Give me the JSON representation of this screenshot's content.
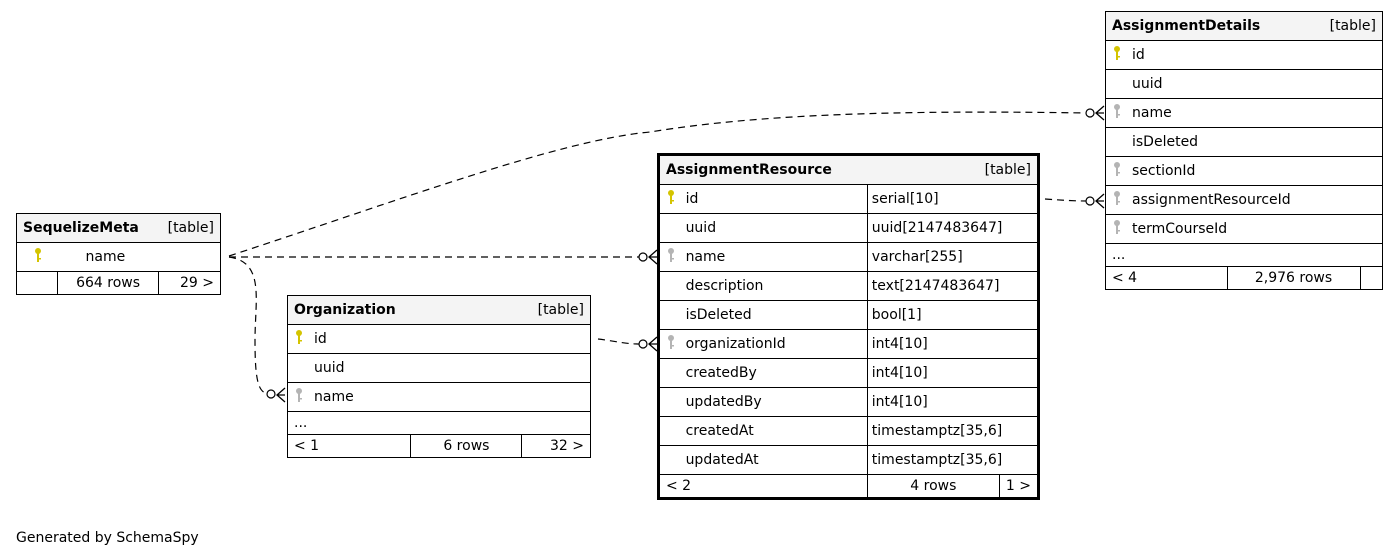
{
  "footer": {
    "generated_by": "Generated by SchemaSpy"
  },
  "colors": {
    "primary_key": "#d4c400",
    "foreign_key": "#b4b4b4",
    "header_bg": "#f4f4f4"
  },
  "tables": {
    "sequelizemeta": {
      "name": "SequelizeMeta",
      "type": "[table]",
      "columns": [
        {
          "name": "name",
          "key": "primary-key-icon"
        }
      ],
      "footer": {
        "left": "",
        "rows": "664 rows",
        "right": "29 >"
      }
    },
    "organization": {
      "name": "Organization",
      "type": "[table]",
      "columns": [
        {
          "name": "id",
          "key": "primary-key-icon"
        },
        {
          "name": "uuid",
          "key": ""
        },
        {
          "name": "name",
          "key": "foreign-key-icon"
        }
      ],
      "ellipsis": "...",
      "footer": {
        "left": "< 1",
        "rows": "6 rows",
        "right": "32 >"
      }
    },
    "assignmentresource": {
      "name": "AssignmentResource",
      "type": "[table]",
      "columns": [
        {
          "name": "id",
          "datatype": "serial[10]",
          "key": "primary-key-icon"
        },
        {
          "name": "uuid",
          "datatype": "uuid[2147483647]",
          "key": ""
        },
        {
          "name": "name",
          "datatype": "varchar[255]",
          "key": "foreign-key-icon"
        },
        {
          "name": "description",
          "datatype": "text[2147483647]",
          "key": ""
        },
        {
          "name": "isDeleted",
          "datatype": "bool[1]",
          "key": ""
        },
        {
          "name": "organizationId",
          "datatype": "int4[10]",
          "key": "foreign-key-icon"
        },
        {
          "name": "createdBy",
          "datatype": "int4[10]",
          "key": ""
        },
        {
          "name": "updatedBy",
          "datatype": "int4[10]",
          "key": ""
        },
        {
          "name": "createdAt",
          "datatype": "timestamptz[35,6]",
          "key": ""
        },
        {
          "name": "updatedAt",
          "datatype": "timestamptz[35,6]",
          "key": ""
        }
      ],
      "footer": {
        "left": "< 2",
        "rows": "4 rows",
        "right": "1 >"
      }
    },
    "assignmentdetails": {
      "name": "AssignmentDetails",
      "type": "[table]",
      "columns": [
        {
          "name": "id",
          "key": "primary-key-icon"
        },
        {
          "name": "uuid",
          "key": ""
        },
        {
          "name": "name",
          "key": "foreign-key-icon"
        },
        {
          "name": "isDeleted",
          "key": ""
        },
        {
          "name": "sectionId",
          "key": "foreign-key-icon"
        },
        {
          "name": "assignmentResourceId",
          "key": "foreign-key-icon"
        },
        {
          "name": "termCourseId",
          "key": "foreign-key-icon"
        }
      ],
      "ellipsis": "...",
      "footer": {
        "left": "< 4",
        "rows": "2,976 rows",
        "right": ""
      }
    }
  },
  "relationships": [
    {
      "from": "sequelizemeta.name",
      "to": "assignmentdetails.name"
    },
    {
      "from": "sequelizemeta.name",
      "to": "assignmentresource.name"
    },
    {
      "from": "sequelizemeta.name",
      "to": "organization.name"
    },
    {
      "from": "organization.id",
      "to": "assignmentresource.organizationId"
    },
    {
      "from": "assignmentresource.id",
      "to": "assignmentdetails.assignmentResourceId"
    }
  ]
}
